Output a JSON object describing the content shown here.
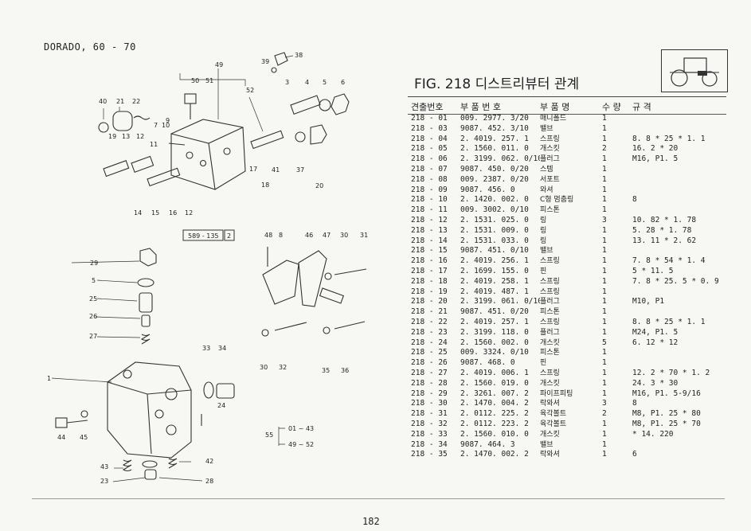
{
  "header": {
    "model": "DORADO, 60 - 70",
    "figure_title": "FIG. 218 디스트리뷰터 관계",
    "page_number": "182"
  },
  "illustration": {
    "ref_box": "589 - 135",
    "ref_box_num": "2",
    "range_prefix": "55",
    "range_a": "01 ~ 43",
    "range_b": "49 ~ 52",
    "callouts": [
      "49",
      "50",
      "51",
      "52",
      "39",
      "38",
      "3",
      "4",
      "5",
      "6",
      "40",
      "21",
      "22",
      "19",
      "13",
      "12",
      "11",
      "10",
      "9",
      "7",
      "17",
      "41",
      "37",
      "18",
      "20",
      "14",
      "15",
      "16",
      "12",
      "48",
      "8",
      "46",
      "47",
      "30",
      "31",
      "29",
      "5",
      "25",
      "26",
      "27",
      "33",
      "34",
      "30",
      "32",
      "35",
      "36",
      "1",
      "24",
      "44",
      "45",
      "43",
      "42",
      "23",
      "28"
    ]
  },
  "table": {
    "headers": [
      "견출번호",
      "부 품 번 호",
      "부 품 명",
      "수 량",
      "규    격"
    ],
    "rows": [
      [
        "218 - 01",
        "009. 2977. 3/20",
        "매니폴드",
        "1",
        ""
      ],
      [
        "218 - 03",
        "9087. 452. 3/10",
        "밸브",
        "1",
        ""
      ],
      [
        "218 - 04",
        "2. 4019. 257. 1",
        "스프링",
        "1",
        "8. 8 * 25 * 1. 1"
      ],
      [
        "218 - 05",
        "2. 1560. 011. 0",
        "개스킷",
        "2",
        "16. 2 * 20"
      ],
      [
        "218 - 06",
        "2. 3199. 062. 0/10",
        "플러그",
        "1",
        "M16,  P1. 5"
      ],
      [
        "218 - 07",
        "9087. 450. 0/20",
        "스템",
        "1",
        ""
      ],
      [
        "218 - 08",
        "009. 2387. 0/20",
        "서포트",
        "1",
        ""
      ],
      [
        "218 - 09",
        "9087. 456. 0",
        "와셔",
        "1",
        ""
      ],
      [
        "218 - 10",
        "2. 1420. 002. 0",
        "C형 멈춤링",
        "1",
        "8"
      ],
      [
        "218 - 11",
        "009. 3002. 0/10",
        "피스톤",
        "1",
        ""
      ],
      [
        "218 - 12",
        "2. 1531. 025. 0",
        "링",
        "3",
        "10. 82 * 1. 78"
      ],
      [
        "218 - 13",
        "2. 1531. 009. 0",
        "링",
        "1",
        "5. 28 * 1. 78"
      ],
      [
        "218 - 14",
        "2. 1531. 033. 0",
        "링",
        "1",
        "13. 11 * 2. 62"
      ],
      [
        "218 - 15",
        "9087. 451. 0/10",
        "밸브",
        "1",
        ""
      ],
      [
        "218 - 16",
        "2. 4019. 256. 1",
        "스프링",
        "1",
        "7. 8 * 54 * 1. 4"
      ],
      [
        "218 - 17",
        "2. 1699. 155. 0",
        "핀",
        "1",
        "5 * 11. 5"
      ],
      [
        "218 - 18",
        "2. 4019. 258. 1",
        "스프링",
        "1",
        "7. 8 * 25. 5 * 0. 9"
      ],
      [
        "218 - 19",
        "2. 4019. 487. 1",
        "스프링",
        "1",
        ""
      ],
      [
        "218 - 20",
        "2. 3199. 061. 0/10",
        "플러그",
        "1",
        "M10,  P1"
      ],
      [
        "218 - 21",
        "9087. 451. 0/20",
        "피스톤",
        "1",
        ""
      ],
      [
        "218 - 22",
        "2. 4019. 257. 1",
        "스프링",
        "1",
        "8. 8 * 25 * 1. 1"
      ],
      [
        "218 - 23",
        "2. 3199. 118. 0",
        "플러그",
        "1",
        "M24,  P1. 5"
      ],
      [
        "218 - 24",
        "2. 1560. 002. 0",
        "개스킷",
        "5",
        "6. 12 * 12"
      ],
      [
        "218 - 25",
        "009. 3324. 0/10",
        "피스톤",
        "1",
        ""
      ],
      [
        "218 - 26",
        "9087. 468. 0",
        "핀",
        "1",
        ""
      ],
      [
        "218 - 27",
        "2. 4019. 006. 1",
        "스프링",
        "1",
        "12. 2 * 70 * 1. 2"
      ],
      [
        "218 - 28",
        "2. 1560. 019. 0",
        "개스킷",
        "1",
        "24. 3 * 30"
      ],
      [
        "218 - 29",
        "2. 3261. 007. 2",
        "파이프피팅",
        "1",
        "M16,  P1. 5-9/16"
      ],
      [
        "218 - 30",
        "2. 1470. 004. 2",
        "락와셔",
        "3",
        "8"
      ],
      [
        "218 - 31",
        "2. 0112. 225. 2",
        "육각볼트",
        "2",
        "M8,  P1. 25 * 80"
      ],
      [
        "218 - 32",
        "2. 0112. 223. 2",
        "육각볼트",
        "1",
        "M8,  P1. 25 * 70"
      ],
      [
        "218 - 33",
        "2. 1560. 010. 0",
        "개스킷",
        "1",
        "* 14. 220"
      ],
      [
        "218 - 34",
        "9087. 464. 3",
        "밸브",
        "1",
        ""
      ],
      [
        "218 - 35",
        "2. 1470. 002. 2",
        "락와셔",
        "1",
        "6"
      ]
    ]
  }
}
